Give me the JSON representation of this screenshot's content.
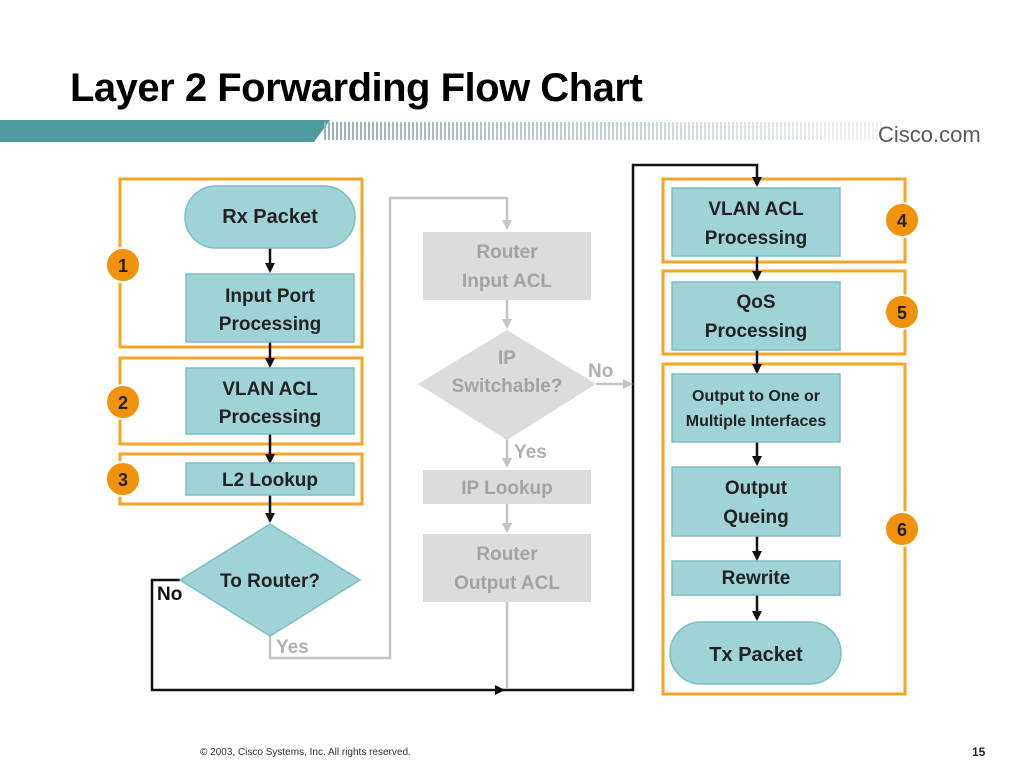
{
  "slide": {
    "title": "Layer 2 Forwarding Flow Chart",
    "logo": "Cisco.com",
    "footer": "© 2003, Cisco Systems, Inc. All rights reserved.",
    "page_number": "15"
  },
  "colors": {
    "banner_teal": "#4d9aa0",
    "box_fill": "#9fd3d6",
    "box_stroke": "#7cbfc4",
    "group_orange": "#f5a623",
    "badge_orange": "#f2920c",
    "inactive_fill": "#dcdcdc",
    "inactive_text": "#a3a3a3",
    "arrow_black": "#111111"
  },
  "nodes": {
    "rx_packet": [
      "Rx Packet"
    ],
    "input_port": [
      "Input Port",
      "Processing"
    ],
    "vlan_acl_in": [
      "VLAN ACL",
      "Processing"
    ],
    "l2_lookup": [
      "L2 Lookup"
    ],
    "to_router": [
      "To Router?"
    ],
    "router_input_acl": [
      "Router",
      "Input ACL"
    ],
    "ip_switchable": [
      "IP",
      "Switchable?"
    ],
    "ip_lookup": [
      "IP Lookup"
    ],
    "router_output_acl": [
      "Router",
      "Output ACL"
    ],
    "vlan_acl_out": [
      "VLAN ACL",
      "Processing"
    ],
    "qos": [
      "QoS",
      "Processing"
    ],
    "output_interfaces": [
      "Output to One or",
      "Multiple Interfaces"
    ],
    "output_queing": [
      "Output",
      "Queing"
    ],
    "rewrite": [
      "Rewrite"
    ],
    "tx_packet": [
      "Tx Packet"
    ]
  },
  "edge_labels": {
    "to_router_no": "No",
    "to_router_yes": "Yes",
    "ip_switchable_no": "No",
    "ip_switchable_yes": "Yes"
  },
  "badges": [
    "1",
    "2",
    "3",
    "4",
    "5",
    "6"
  ]
}
